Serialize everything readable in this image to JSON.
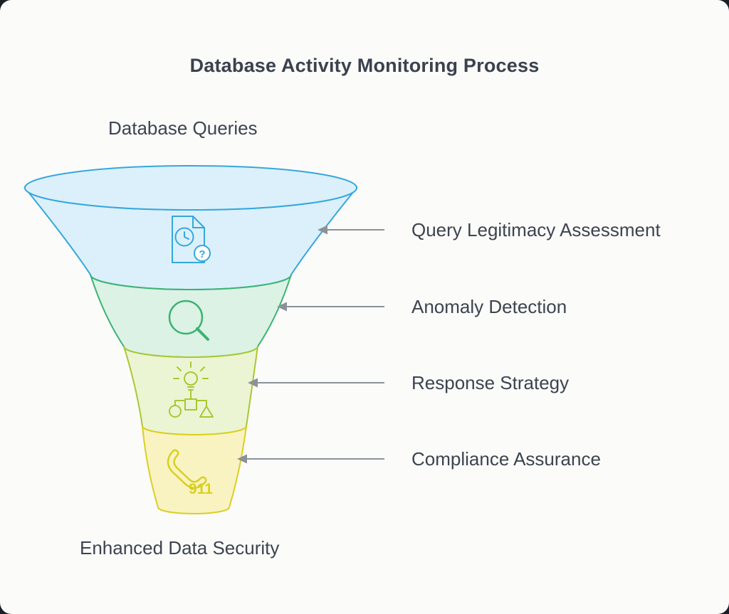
{
  "title": "Database Activity Monitoring Process",
  "funnel": {
    "input_label": "Database Queries",
    "output_label": "Enhanced Data Security",
    "stages": [
      {
        "label": "Query Legitimacy Assessment",
        "icon": "document-clock-question-icon",
        "glyph": "?",
        "fill": "#dbf0fb",
        "stroke": "#35a7dd"
      },
      {
        "label": "Anomaly Detection",
        "icon": "magnifier-icon",
        "fill": "#dcf2e5",
        "stroke": "#3cb372"
      },
      {
        "label": "Response Strategy",
        "icon": "lightbulb-flowchart-icon",
        "fill": "#ebf5d3",
        "stroke": "#a9c832"
      },
      {
        "label": "Compliance Assurance",
        "icon": "phone-911-icon",
        "glyph": "911",
        "fill": "#f9f3c2",
        "stroke": "#d9d021"
      }
    ]
  },
  "colors": {
    "background": "#1a2027",
    "card": "#fbfbfa",
    "text": "#3d444f",
    "arrow": "#8c9199"
  }
}
